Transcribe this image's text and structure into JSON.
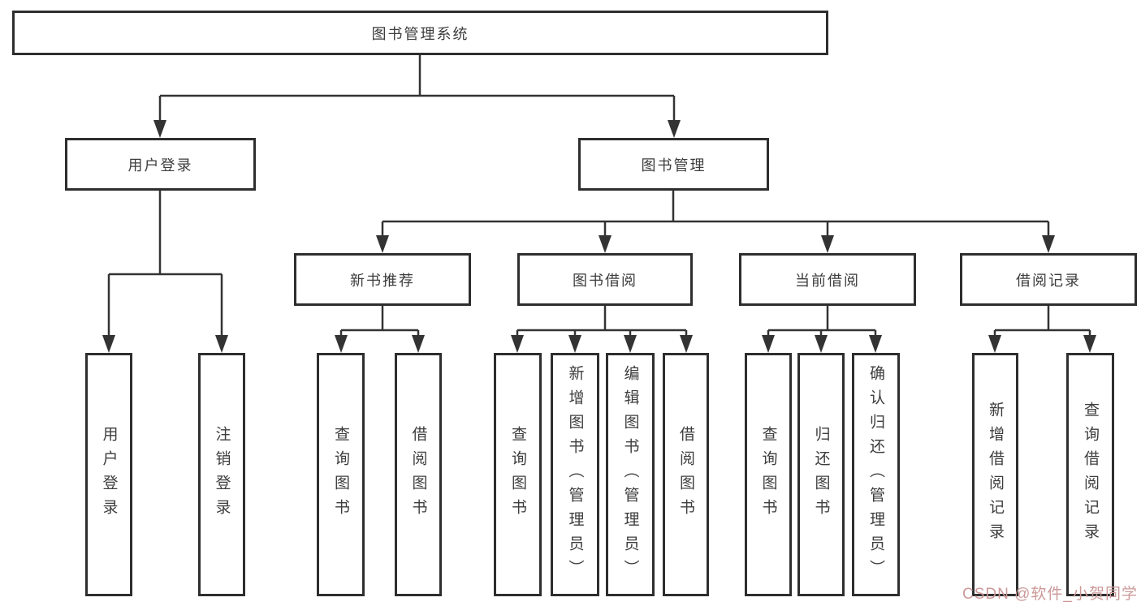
{
  "diagram": {
    "root": {
      "label": "图书管理系统",
      "children": [
        {
          "label": "用户登录",
          "children": [
            {
              "label": "用户登录"
            },
            {
              "label": "注销登录"
            }
          ]
        },
        {
          "label": "图书管理",
          "children": [
            {
              "label": "新书推荐",
              "children": [
                {
                  "label": "查询图书"
                },
                {
                  "label": "借阅图书"
                }
              ]
            },
            {
              "label": "图书借阅",
              "children": [
                {
                  "label": "查询图书"
                },
                {
                  "label": "新增图书（管理员）"
                },
                {
                  "label": "编辑图书（管理员）"
                },
                {
                  "label": "借阅图书"
                }
              ]
            },
            {
              "label": "当前借阅",
              "children": [
                {
                  "label": "查询图书"
                },
                {
                  "label": "归还图书"
                },
                {
                  "label": "确认归还（管理员）"
                }
              ]
            },
            {
              "label": "借阅记录",
              "children": [
                {
                  "label": "新增借阅记录"
                },
                {
                  "label": "查询借阅记录"
                }
              ]
            }
          ]
        }
      ]
    },
    "watermark": "CSDN @软件_小贺同学",
    "colors": {
      "line": "#333333",
      "box_border": "#2e2e2e",
      "text": "#3d3d3d",
      "watermark": "#cc9999",
      "background": "#ffffff"
    }
  }
}
